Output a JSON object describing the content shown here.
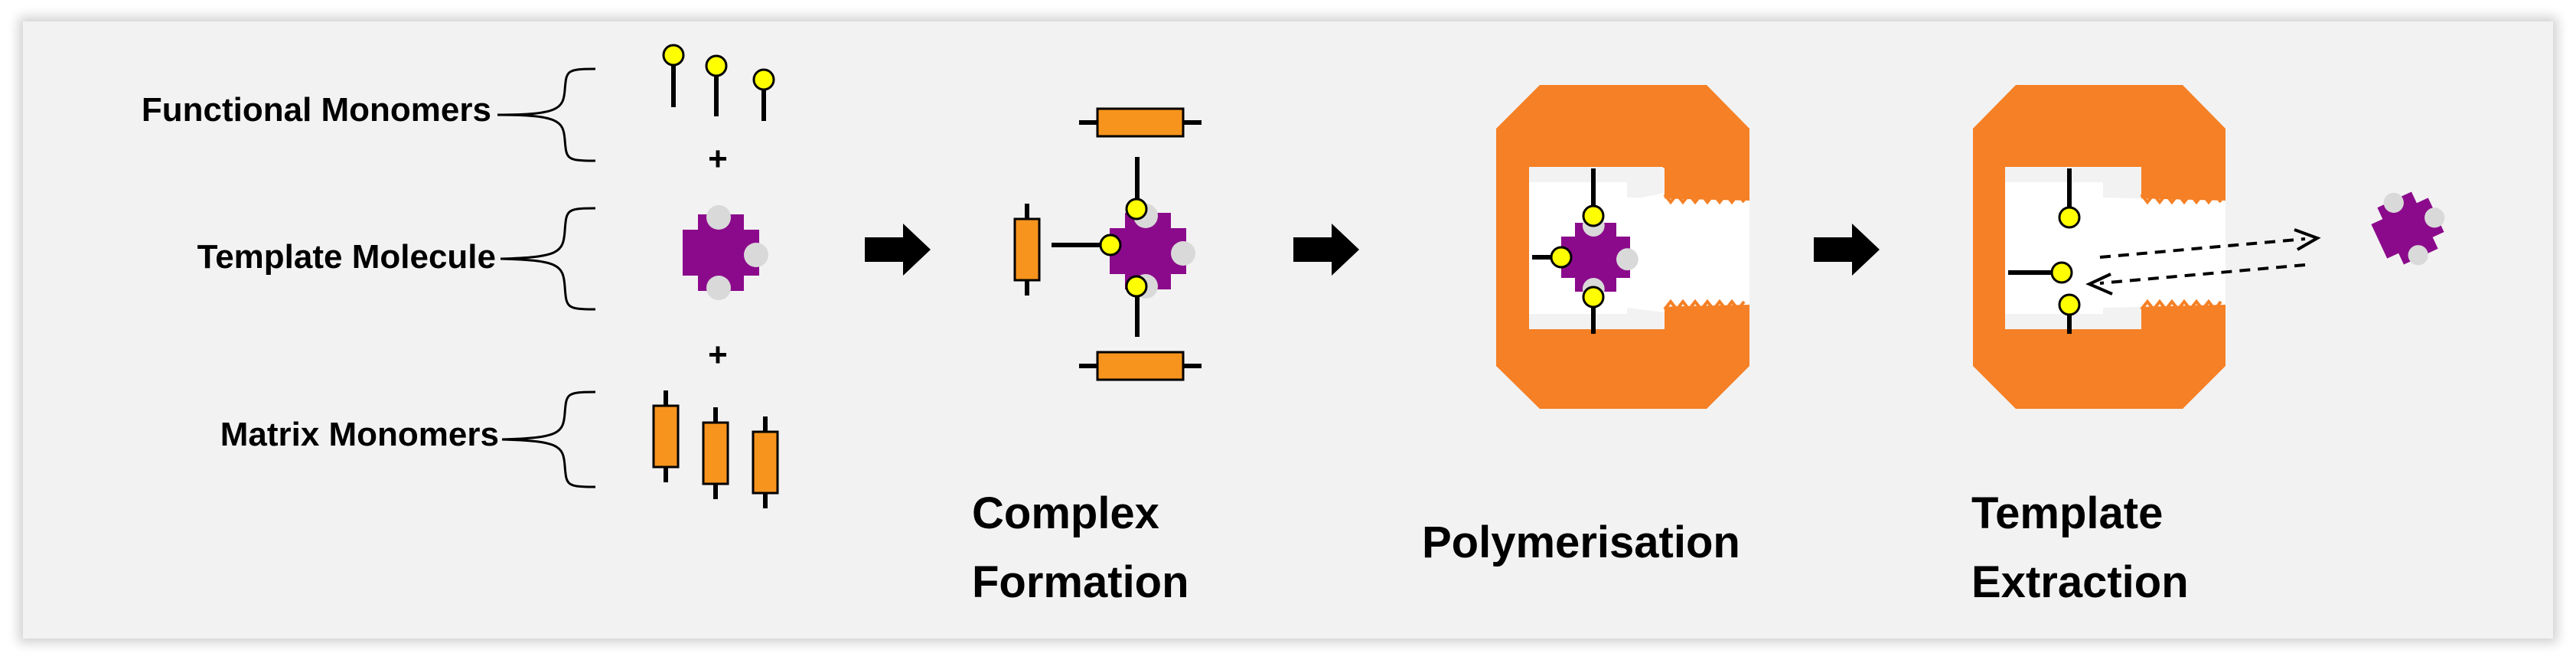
{
  "inputs": {
    "functional_monomers": "Functional Monomers",
    "template_molecule": "Template Molecule",
    "matrix_monomers": "Matrix Monomers",
    "plus": "+"
  },
  "steps": {
    "complex_line1": "Complex",
    "complex_line2": "Formation",
    "polymerisation": "Polymerisation",
    "extraction_line1": "Template",
    "extraction_line2": "Extraction"
  },
  "colors": {
    "polymer": "#f58025",
    "matrix_monomer": "#f7941d",
    "template": "#8b0a8b",
    "functional_head": "#ffff00",
    "site": "#d9d9d9"
  }
}
